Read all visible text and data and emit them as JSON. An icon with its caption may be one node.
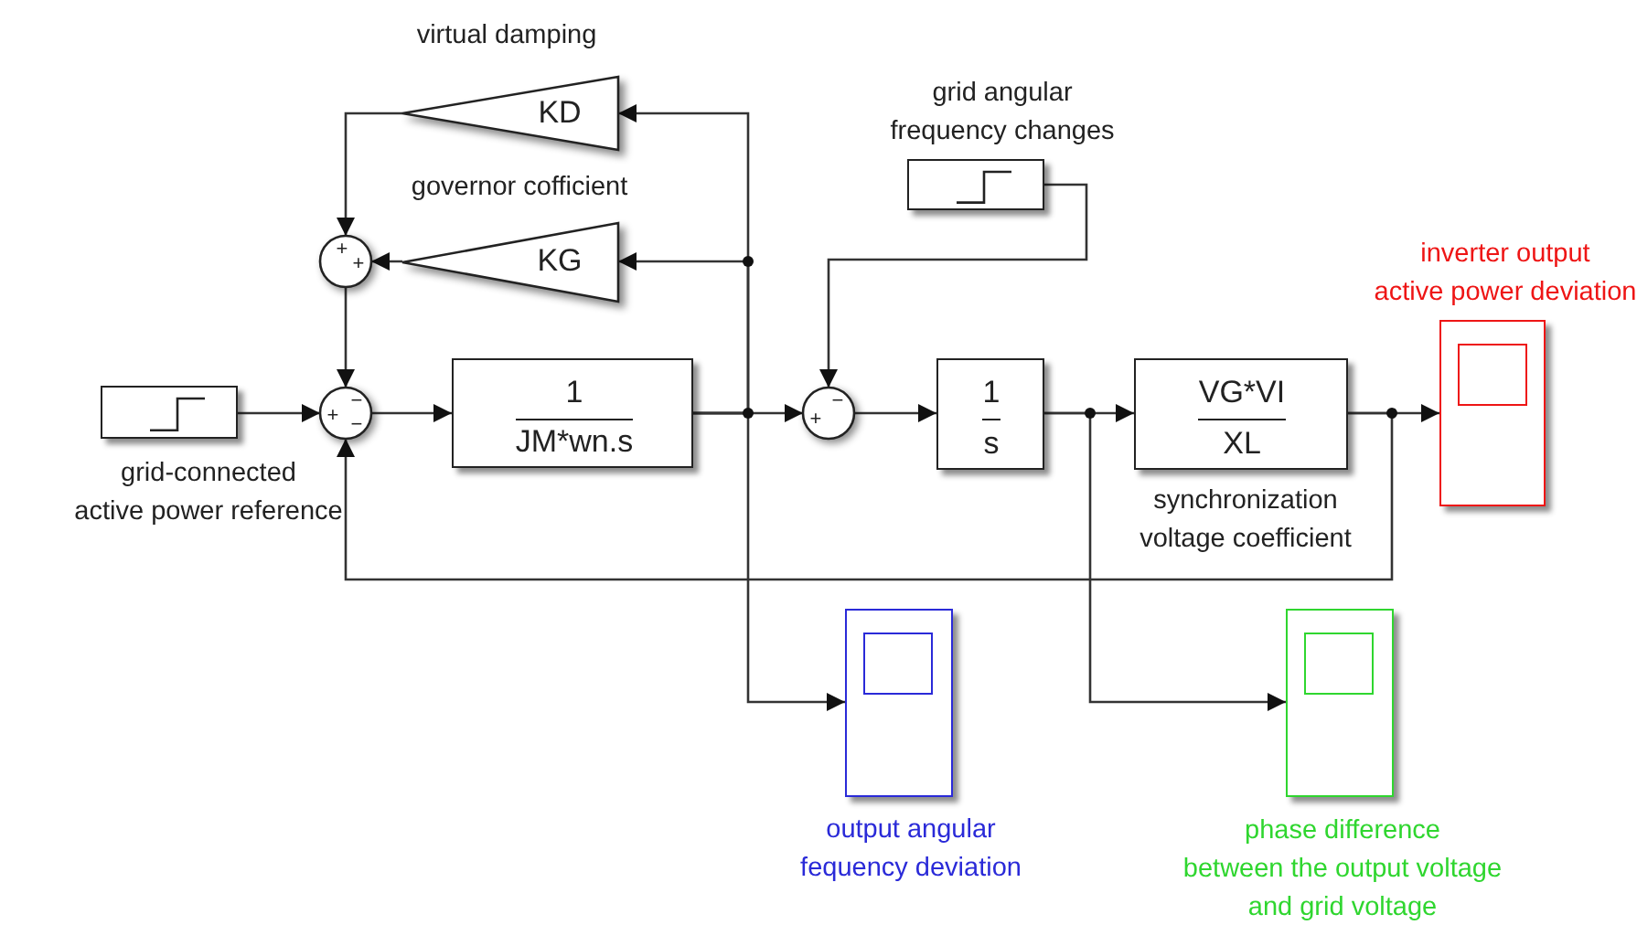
{
  "diagram": {
    "nodes": [
      {
        "text": [
          "virtual damping",
          "KD"
        ]
      },
      {
        "text": [
          "governor cofficient",
          "KG"
        ]
      },
      {
        "text": [
          "grid angular frequency changes"
        ]
      },
      {
        "text": [
          "+",
          "+"
        ]
      },
      {
        "text": [
          "inverter output active power deviation"
        ]
      },
      {
        "text": [
          "grid-connected active power reference"
        ]
      },
      {
        "text": [
          "+",
          "−",
          "−"
        ]
      },
      {
        "text": [
          "1",
          "JM*wn.s"
        ]
      },
      {
        "text": [
          "+",
          "−"
        ]
      },
      {
        "text": [
          "1",
          "s"
        ]
      },
      {
        "text": [
          "VG*VI",
          "XL",
          "synchronization voltage coefficient"
        ]
      },
      {
        "text": [
          "output angular fequency deviation"
        ]
      },
      {
        "text": [
          "phase difference between the output voltage and grid voltage"
        ]
      }
    ],
    "edges": [
      {
        "from": 5,
        "to": 6,
        "arrow": "to"
      },
      {
        "from": 6,
        "to": 7,
        "arrow": "to"
      },
      {
        "from": 7,
        "to": 8,
        "arrow": "to"
      },
      {
        "from": 7,
        "to": 0,
        "arrow": "to"
      },
      {
        "from": 7,
        "to": 1,
        "arrow": "to"
      },
      {
        "from": 7,
        "to": 11,
        "arrow": "to"
      },
      {
        "from": 0,
        "to": 3,
        "arrow": "to"
      },
      {
        "from": 1,
        "to": 3,
        "arrow": "to"
      },
      {
        "from": 3,
        "to": 6,
        "arrow": "to"
      },
      {
        "from": 2,
        "to": 8,
        "arrow": "to"
      },
      {
        "from": 8,
        "to": 9,
        "arrow": "to"
      },
      {
        "from": 9,
        "to": 10,
        "arrow": "to"
      },
      {
        "from": 9,
        "to": 12,
        "arrow": "to"
      },
      {
        "from": 10,
        "to": 4,
        "arrow": "to"
      },
      {
        "from": 10,
        "to": 6,
        "arrow": "to"
      }
    ]
  }
}
